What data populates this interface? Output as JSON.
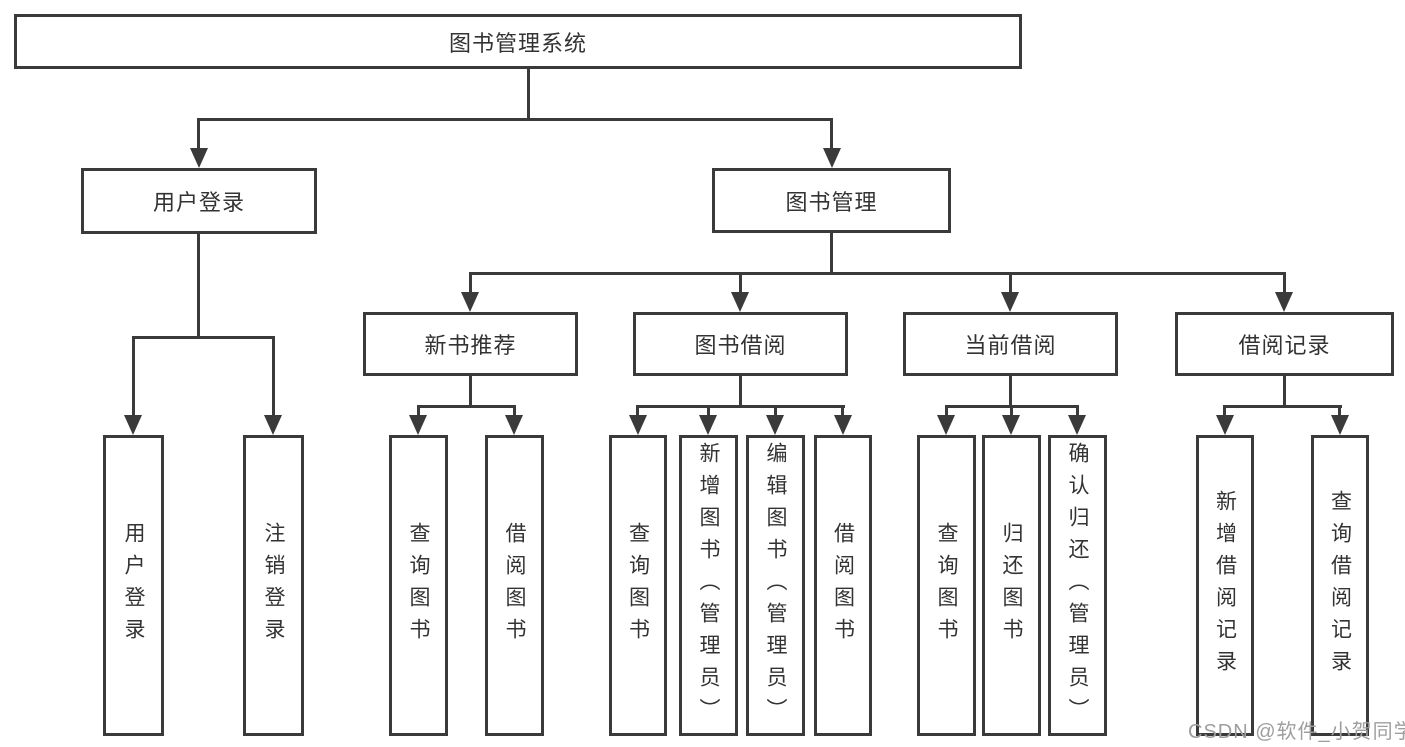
{
  "title": "图书管理系统",
  "branches": {
    "user_login": {
      "label": "用户登录",
      "children": [
        "用户登录",
        "注销登录"
      ]
    },
    "book_mgmt": {
      "label": "图书管理",
      "sections": {
        "new_book_rec": {
          "label": "新书推荐",
          "children": [
            "查询图书",
            "借阅图书"
          ]
        },
        "book_borrow": {
          "label": "图书借阅",
          "children": [
            "查询图书",
            "新增图书（管理员）",
            "编辑图书（管理员）",
            "借阅图书"
          ]
        },
        "current_borrow": {
          "label": "当前借阅",
          "children": [
            "查询图书",
            "归还图书",
            "确认归还（管理员）"
          ]
        },
        "borrow_record": {
          "label": "借阅记录",
          "children": [
            "新增借阅记录",
            "查询借阅记录"
          ]
        }
      }
    }
  },
  "watermark": {
    "text": "CSDN @软件_小贺同学"
  },
  "colors": {
    "line": "#3a3a3a",
    "text": "#333333",
    "watermark": "#9e9e9e",
    "background": "#ffffff"
  }
}
